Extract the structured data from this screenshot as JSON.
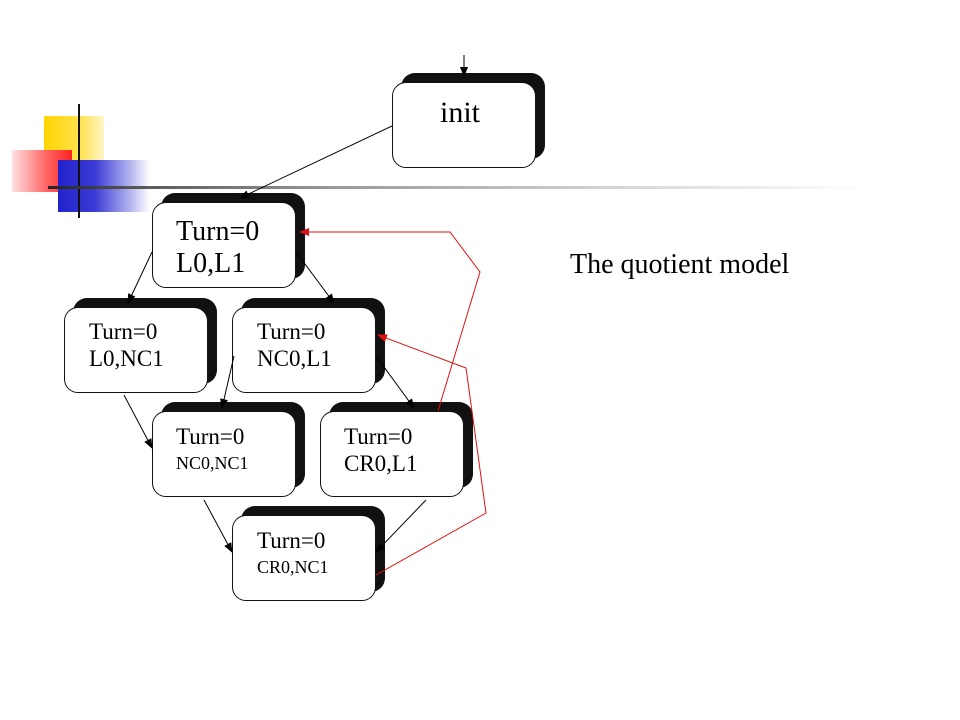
{
  "caption": "The quotient model",
  "nodes": {
    "init": {
      "line1": "init"
    },
    "s1": {
      "line1": "Turn=0",
      "line2": "L0,L1"
    },
    "s2": {
      "line1": "Turn=0",
      "line2": "L0,NC1"
    },
    "s3": {
      "line1": "Turn=0",
      "line2": "NC0,L1"
    },
    "s4": {
      "line1": "Turn=0",
      "line2": "NC0,NC1"
    },
    "s5": {
      "line1": "Turn=0",
      "line2": "CR0,L1"
    },
    "s6": {
      "line1": "Turn=0",
      "line2": "CR0,NC1"
    }
  },
  "colors": {
    "forward_edge": "#000000",
    "back_edge": "#dd1111",
    "shadow": "#111111"
  }
}
